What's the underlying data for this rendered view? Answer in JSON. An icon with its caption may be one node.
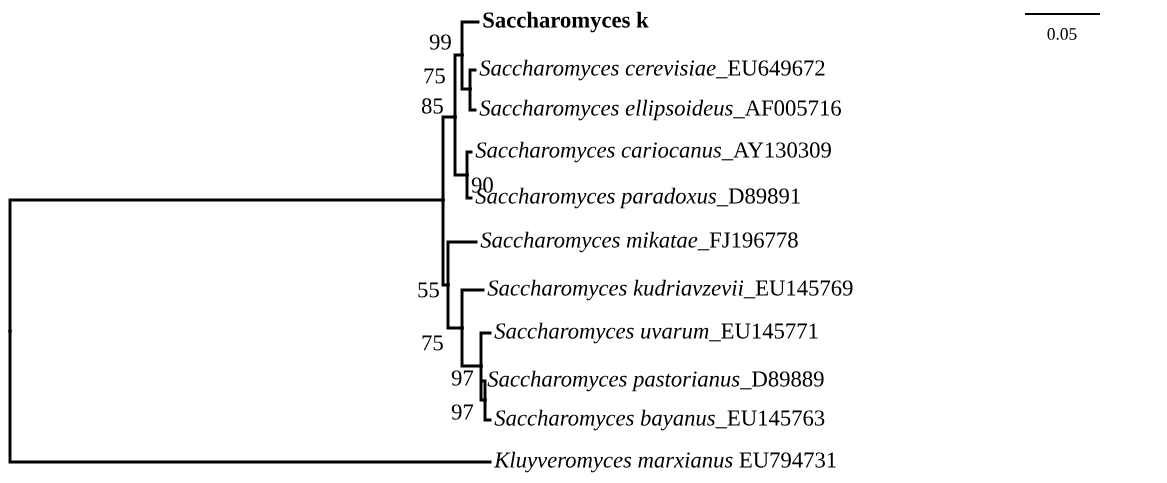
{
  "diagram": {
    "nodes": [
      {
        "text": [
          "Saccharomyces k"
        ]
      },
      {
        "text": [
          "Saccharomyces cerevisiae_EU649672"
        ]
      },
      {
        "text": [
          "Saccharomyces ellipsoideus_AF005716"
        ]
      },
      {
        "text": [
          "Saccharomyces cariocanus_AY130309"
        ]
      },
      {
        "text": [
          "Saccharomyces paradoxus_D89891"
        ]
      },
      {
        "text": [
          "Saccharomyces mikatae_FJ196778"
        ]
      },
      {
        "text": [
          "Saccharomyces kudriavzevii_EU145769"
        ]
      },
      {
        "text": [
          "Saccharomyces uvarum_EU145771"
        ]
      },
      {
        "text": [
          "Saccharomyces pastorianus_D89889"
        ]
      },
      {
        "text": [
          "Saccharomyces bayanus_EU145763"
        ]
      },
      {
        "text": [
          "*Kluyveromyces marxianus* EU794731"
        ]
      },
      {
        "text": [],
        "shape": "point"
      },
      {
        "text": [],
        "shape": "point"
      },
      {
        "text": [],
        "shape": "point",
        "beside": [
          "85"
        ]
      },
      {
        "text": [],
        "shape": "point",
        "beside": [
          "99"
        ]
      },
      {
        "text": [],
        "shape": "point",
        "beside": [
          "75"
        ]
      },
      {
        "text": [],
        "shape": "point",
        "beside": [
          "90"
        ]
      },
      {
        "text": [],
        "shape": "point",
        "beside": [
          "55"
        ]
      },
      {
        "text": [],
        "shape": "point",
        "beside": [
          "75"
        ]
      },
      {
        "text": [],
        "shape": "point",
        "beside": [
          "97"
        ]
      },
      {
        "text": [],
        "shape": "point",
        "beside": [
          "97"
        ]
      }
    ],
    "edges": [
      {
        "from": 11,
        "to": 12,
        "arrow": "none"
      },
      {
        "from": 11,
        "to": 10,
        "arrow": "none"
      },
      {
        "from": 12,
        "to": 13,
        "arrow": "none"
      },
      {
        "from": 12,
        "to": 17,
        "arrow": "none"
      },
      {
        "from": 13,
        "to": 14,
        "arrow": "none"
      },
      {
        "from": 13,
        "to": 16,
        "arrow": "none"
      },
      {
        "from": 14,
        "to": 0,
        "arrow": "none"
      },
      {
        "from": 14,
        "to": 15,
        "arrow": "none"
      },
      {
        "from": 15,
        "to": 1,
        "arrow": "none"
      },
      {
        "from": 15,
        "to": 2,
        "arrow": "none"
      },
      {
        "from": 16,
        "to": 3,
        "arrow": "none"
      },
      {
        "from": 16,
        "to": 4,
        "arrow": "none"
      },
      {
        "from": 17,
        "to": 5,
        "arrow": "none"
      },
      {
        "from": 17,
        "to": 18,
        "arrow": "none"
      },
      {
        "from": 18,
        "to": 6,
        "arrow": "none"
      },
      {
        "from": 18,
        "to": 19,
        "arrow": "none"
      },
      {
        "from": 19,
        "to": 7,
        "arrow": "none"
      },
      {
        "from": 19,
        "to": 20,
        "arrow": "none"
      },
      {
        "from": 20,
        "to": 8,
        "arrow": "none"
      },
      {
        "from": 20,
        "to": 9,
        "arrow": "none"
      }
    ],
    "labels": [
      "0.05"
    ]
  }
}
